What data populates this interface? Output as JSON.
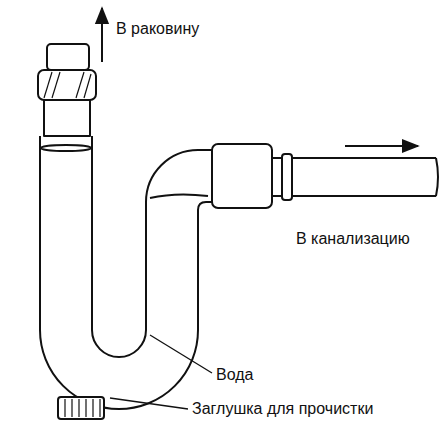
{
  "diagram": {
    "labels": [
      "В раковину",
      "В канализацию",
      "Вода",
      "Заглушка для прочистки"
    ]
  }
}
